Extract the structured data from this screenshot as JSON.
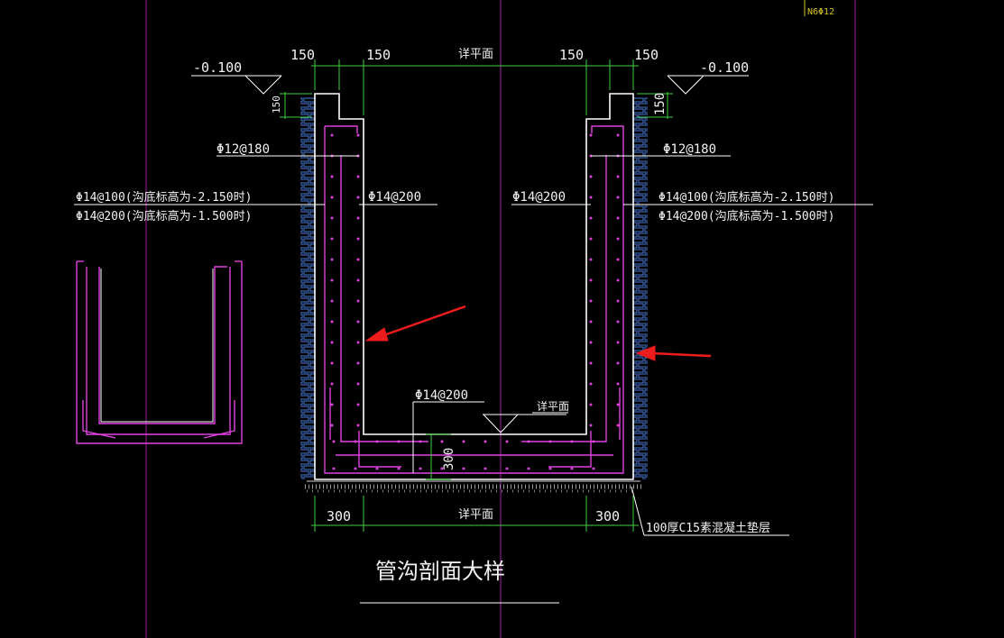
{
  "title": "管沟剖面大样",
  "top_dims": {
    "left_outer": "150",
    "left_inner": "150",
    "middle": "详平面",
    "right_inner": "150",
    "right_outer": "150"
  },
  "elev_left": "-0.100",
  "elev_right": "-0.100",
  "side_dim_left": "150",
  "side_dim_right": "150",
  "rebar": {
    "left_top": "Φ12@180",
    "right_top": "Φ12@180",
    "left_outer_1": "Φ14@100(沟底标高为-2.150时)",
    "left_outer_2": "Φ14@200(沟底标高为-1.500时)",
    "right_outer_1": "Φ14@100(沟底标高为-2.150时)",
    "right_outer_2": "Φ14@200(沟底标高为-1.500时)",
    "left_inner": "Φ14@200",
    "right_inner": "Φ14@200",
    "bottom": "Φ14@200"
  },
  "bottom_level_label": "详平面",
  "slab_thickness": "300",
  "bottom_dims": {
    "left": "300",
    "middle": "详平面",
    "right": "300"
  },
  "cushion_note": "100厚C15素混凝土垫层",
  "corner_note_1": "N6Φ12",
  "colors": {
    "background": "#000000",
    "grid_line": "#a020a0",
    "rebar_magenta": "#e040e0",
    "outline_white": "#ffffff",
    "dimension_green": "#40d040",
    "brick_blue": "#4a7bd8",
    "arrow_red": "#ee1c1c",
    "note_yellow": "#d8c820"
  }
}
